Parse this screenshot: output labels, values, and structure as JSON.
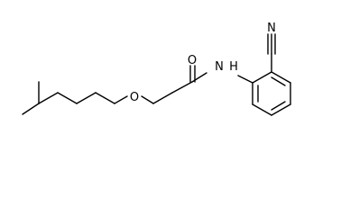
{
  "structure": {
    "atom_labels": {
      "nitrogen_nitrile": "N",
      "nitrogen_amide": "N",
      "hydrogen_amide": "H",
      "oxygen_carbonyl": "O",
      "oxygen_ether": "O"
    }
  }
}
